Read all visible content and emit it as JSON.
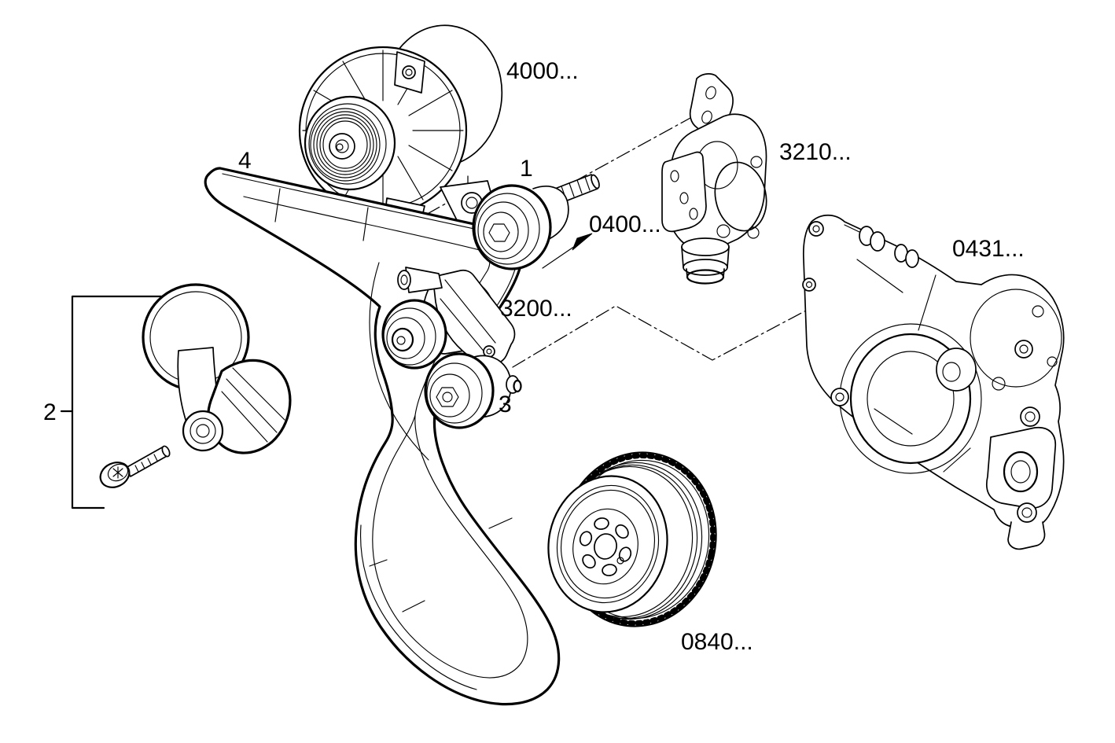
{
  "page": {
    "background": "#ffffff",
    "line_color": "#000000"
  },
  "diagram": {
    "kind": "exploded parts diagram - engine accessory belt drive",
    "labels": {
      "alternator": "4000...",
      "tensioner_pulley_callout": "1",
      "water_pump": "3210...",
      "reference": "0400...",
      "timing_cover": "0431...",
      "tensioner_bracket": "3200...",
      "idler_pulley_callout": "3",
      "tensioner_group_callout": "2",
      "belt_callout": "4",
      "crankshaft_pulley": "0840..."
    }
  }
}
